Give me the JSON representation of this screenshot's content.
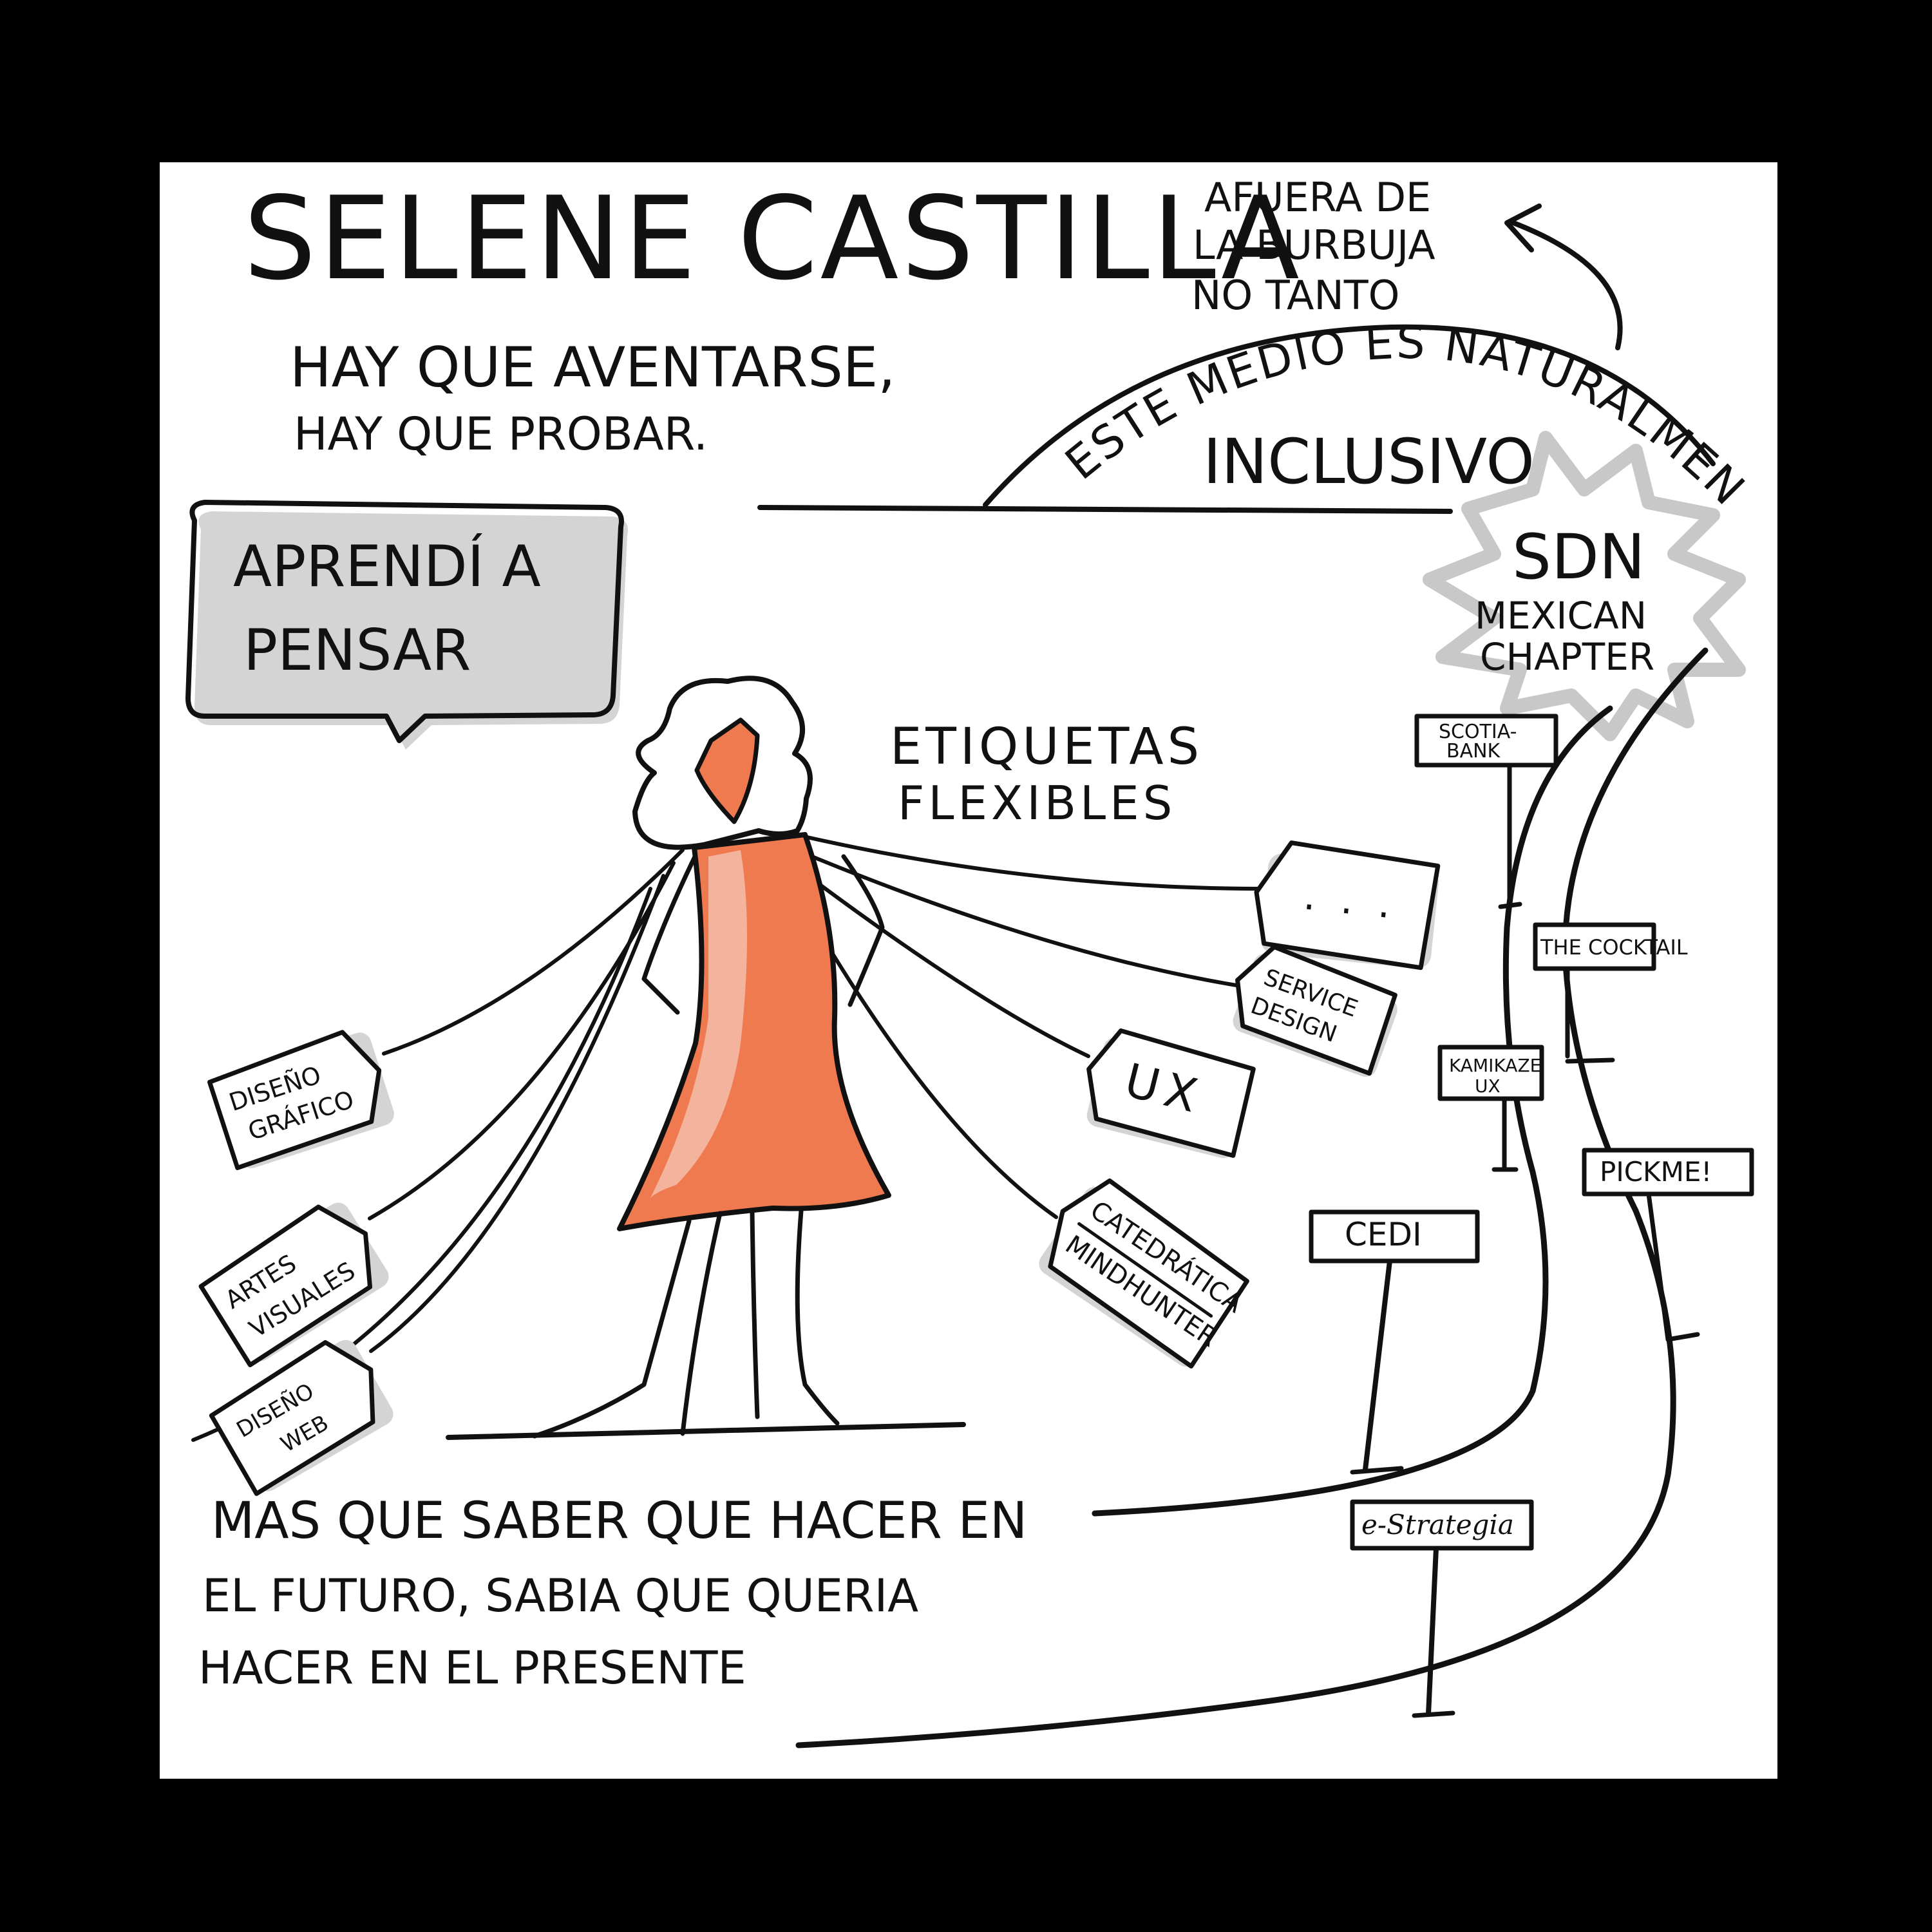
{
  "title": "SELENE CASTILLA",
  "quote_top": {
    "line1": "HAY QUE AVENTARSE,",
    "line2": "HAY QUE PROBAR."
  },
  "speech_bubble": {
    "line1": "APRENDÍ A",
    "line2": "PENSAR"
  },
  "bubble_note": {
    "line1": "AFUERA DE",
    "line2": "LA BURBUJA",
    "line3": "NO TANTO"
  },
  "arc_text": {
    "line1": "ESTE MEDIO ES NATURALMENTE",
    "line2": "INCLUSIVO"
  },
  "sdn": {
    "line1": "SDN",
    "line2": "MEXICAN",
    "line3": "CHAPTER"
  },
  "labels_heading": {
    "line1": "ETIQUETAS",
    "line2": "FLEXIBLES"
  },
  "left_tags": [
    {
      "line1": "DISEÑO",
      "line2": "GRÁFICO"
    },
    {
      "line1": "ARTES",
      "line2": "VISUALES"
    },
    {
      "line1": "DISEÑO",
      "line2": "WEB"
    }
  ],
  "right_tags": {
    "ellipsis": ". . .",
    "service": {
      "line1": "SERVICE",
      "line2": "DESIGN"
    },
    "ux": "UX",
    "catedratica": {
      "line1": "CATEDRÁTICA",
      "line2": "MINDHUNTER"
    }
  },
  "road_signs": {
    "scotiabank": {
      "line1": "SCOTIA-",
      "line2": "BANK"
    },
    "cocktail": "THE COCKTAIL",
    "kamikaze": {
      "line1": "KAMIKAZE",
      "line2": "UX"
    },
    "pickme": "PICKME!",
    "cedi": "CEDI",
    "estrategia": "e-Strategia"
  },
  "quote_bottom": {
    "line1": "MAS QUE SABER QUE HACER EN",
    "line2": "EL FUTURO, SABIA QUE QUERIA",
    "line3": "HACER EN EL PRESENTE"
  },
  "colors": {
    "background": "#000000",
    "paper": "#ffffff",
    "ink": "#111111",
    "accent_orange": "#f07a4f",
    "accent_light": "#f4b39c",
    "shadow_grey": "#d4d4d4",
    "splash_grey": "#c8c8c8"
  },
  "icons": {
    "figure": "woman-in-orange-dress-icon",
    "speech_bubble": "speech-bubble-icon",
    "arrow": "curved-arrow-icon",
    "splash": "star-burst-icon",
    "road": "winding-road-icon"
  }
}
